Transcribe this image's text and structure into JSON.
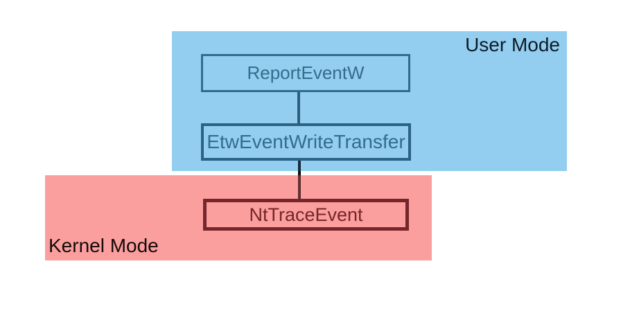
{
  "diagram": {
    "type": "flow-diagram",
    "description": "Windows event tracing call flow from user mode to kernel mode",
    "regions": {
      "user_mode": {
        "label": "User Mode",
        "bg_color": "#93CEF0",
        "label_color": "#0E1B26"
      },
      "kernel_mode": {
        "label": "Kernel Mode",
        "bg_color": "#FB9E9E",
        "label_color": "#140A0A"
      }
    },
    "nodes": {
      "report_event_w": {
        "label": "ReportEventW",
        "region": "user_mode",
        "border_color": "#2E6B8E",
        "text_color": "#336C8C"
      },
      "etw_event_write_transfer": {
        "label": "EtwEventWriteTransfer",
        "region": "user_mode",
        "border_color": "#2A6284",
        "text_color": "#336C8C"
      },
      "nt_trace_event": {
        "label": "NtTraceEvent",
        "region": "kernel_mode",
        "border_color": "#75262A",
        "text_color": "#75262A"
      }
    },
    "edges": [
      {
        "from": "report_event_w",
        "to": "etw_event_write_transfer"
      },
      {
        "from": "etw_event_write_transfer",
        "to": "nt_trace_event"
      }
    ]
  }
}
